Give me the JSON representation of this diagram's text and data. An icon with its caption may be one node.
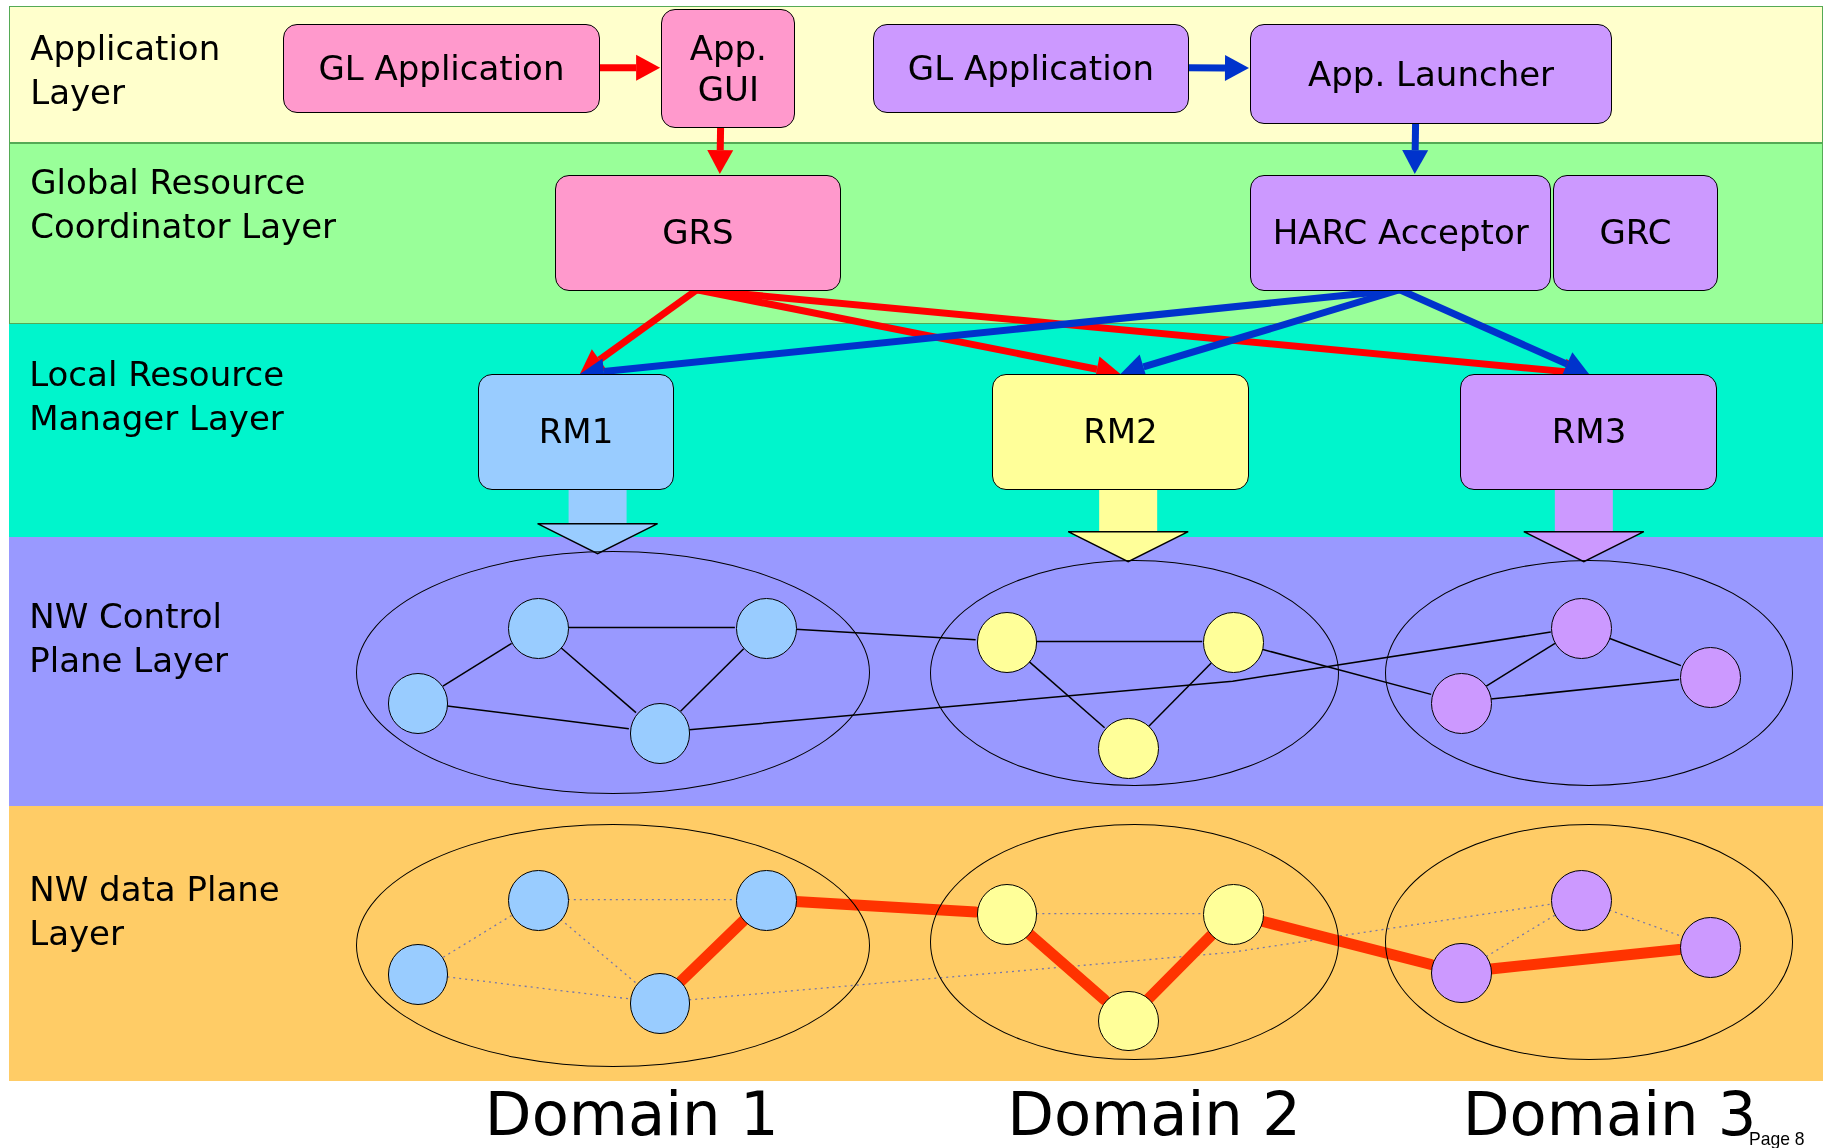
{
  "diagram": {
    "nodes": [
      {
        "text": [
          "Application Layer"
        ]
      },
      {
        "text": [
          "GL Application"
        ],
        "in": 0
      },
      {
        "text": [
          "App. GUI"
        ],
        "in": 0
      },
      {
        "text": [
          "GL Application"
        ],
        "in": 0
      },
      {
        "text": [
          "App. Launcher"
        ],
        "in": 0
      },
      {
        "text": [
          "Global Resource Coordinator Layer"
        ]
      },
      {
        "text": [
          "GRS"
        ],
        "in": 5
      },
      {
        "text": [
          "HARC Acceptor"
        ],
        "in": 5
      },
      {
        "text": [
          "GRC"
        ],
        "in": 5
      },
      {
        "text": [
          "Local Resource Manager Layer"
        ]
      },
      {
        "text": [
          "RM1"
        ],
        "in": 9
      },
      {
        "text": [
          "RM2"
        ],
        "in": 9
      },
      {
        "text": [
          "RM3"
        ],
        "in": 9
      },
      {
        "text": [
          "NW Control Plane Layer"
        ]
      },
      {
        "text": [],
        "shape": "ellipse",
        "in": 13
      },
      {
        "text": [],
        "shape": "ellipse",
        "in": 13
      },
      {
        "text": [],
        "shape": "ellipse",
        "in": 13
      },
      {
        "text": [],
        "shape": "circle",
        "in": 14
      },
      {
        "text": [],
        "shape": "circle",
        "in": 14
      },
      {
        "text": [],
        "shape": "circle",
        "in": 14
      },
      {
        "text": [],
        "shape": "circle",
        "in": 14
      },
      {
        "text": [],
        "shape": "circle",
        "in": 15
      },
      {
        "text": [],
        "shape": "circle",
        "in": 15
      },
      {
        "text": [],
        "shape": "circle",
        "in": 15
      },
      {
        "text": [],
        "shape": "circle",
        "in": 16
      },
      {
        "text": [],
        "shape": "circle",
        "in": 16
      },
      {
        "text": [],
        "shape": "circle",
        "in": 16
      },
      {
        "text": [
          "NW data Plane Layer"
        ]
      },
      {
        "text": [],
        "shape": "ellipse",
        "in": 27
      },
      {
        "text": [],
        "shape": "ellipse",
        "in": 27
      },
      {
        "text": [],
        "shape": "ellipse",
        "in": 27
      },
      {
        "text": [],
        "shape": "circle",
        "in": 28
      },
      {
        "text": [],
        "shape": "circle",
        "in": 28
      },
      {
        "text": [],
        "shape": "circle",
        "in": 28
      },
      {
        "text": [],
        "shape": "circle",
        "in": 28
      },
      {
        "text": [],
        "shape": "circle",
        "in": 29
      },
      {
        "text": [],
        "shape": "circle",
        "in": 29
      },
      {
        "text": [],
        "shape": "circle",
        "in": 29
      },
      {
        "text": [],
        "shape": "circle",
        "in": 30
      },
      {
        "text": [],
        "shape": "circle",
        "in": 30
      },
      {
        "text": [],
        "shape": "circle",
        "in": 30
      }
    ],
    "edges": [
      {
        "from": 1,
        "to": 2,
        "arrow": "to",
        "style": "thick",
        "color": "#ff0000"
      },
      {
        "from": 3,
        "to": 4,
        "arrow": "to",
        "style": "thick",
        "color": "#0033cc"
      },
      {
        "from": 2,
        "to": 6,
        "arrow": "to",
        "style": "thick",
        "color": "#ff0000"
      },
      {
        "from": 4,
        "to": 7,
        "arrow": "to",
        "style": "thick",
        "color": "#0033cc"
      },
      {
        "from": 6,
        "to": 10,
        "arrow": "to",
        "style": "thick",
        "color": "#ff0000"
      },
      {
        "from": 6,
        "to": 11,
        "arrow": "to",
        "style": "thick",
        "color": "#ff0000"
      },
      {
        "from": 6,
        "to": 12,
        "arrow": "to",
        "style": "thick",
        "color": "#ff0000"
      },
      {
        "from": 7,
        "to": 10,
        "arrow": "to",
        "style": "thick",
        "color": "#0033cc"
      },
      {
        "from": 7,
        "to": 11,
        "arrow": "to",
        "style": "thick",
        "color": "#0033cc"
      },
      {
        "from": 7,
        "to": 12,
        "arrow": "to",
        "style": "thick",
        "color": "#0033cc"
      },
      {
        "from": 10,
        "to": 14,
        "arrow": "to",
        "style": "thick",
        "color": "#99ccff"
      },
      {
        "from": 11,
        "to": 15,
        "arrow": "to",
        "style": "thick",
        "color": "#ffff99"
      },
      {
        "from": 12,
        "to": 16,
        "arrow": "to",
        "style": "thick",
        "color": "#cc99ff"
      },
      {
        "from": 17,
        "to": 18,
        "arrow": "none"
      },
      {
        "from": 17,
        "to": 19,
        "arrow": "none"
      },
      {
        "from": 17,
        "to": 20,
        "arrow": "none"
      },
      {
        "from": 18,
        "to": 20,
        "arrow": "none"
      },
      {
        "from": 19,
        "to": 20,
        "arrow": "none"
      },
      {
        "from": 18,
        "to": 21,
        "arrow": "none"
      },
      {
        "from": 21,
        "to": 22,
        "arrow": "none"
      },
      {
        "from": 21,
        "to": 23,
        "arrow": "none"
      },
      {
        "from": 22,
        "to": 23,
        "arrow": "none"
      },
      {
        "from": 22,
        "to": 25,
        "arrow": "none"
      },
      {
        "from": 20,
        "to": 24,
        "arrow": "none"
      },
      {
        "from": 24,
        "to": 25,
        "arrow": "none"
      },
      {
        "from": 24,
        "to": 26,
        "arrow": "none"
      },
      {
        "from": 25,
        "to": 26,
        "arrow": "none"
      },
      {
        "from": 31,
        "to": 32,
        "arrow": "none",
        "style": "dashed",
        "color": "#7777aa"
      },
      {
        "from": 31,
        "to": 33,
        "arrow": "none",
        "style": "dashed",
        "color": "#7777aa"
      },
      {
        "from": 31,
        "to": 34,
        "arrow": "none",
        "style": "dashed",
        "color": "#7777aa"
      },
      {
        "from": 33,
        "to": 34,
        "arrow": "none",
        "style": "dashed",
        "color": "#7777aa"
      },
      {
        "from": 35,
        "to": 36,
        "arrow": "none",
        "style": "dashed",
        "color": "#7777aa"
      },
      {
        "from": 34,
        "to": 38,
        "arrow": "none",
        "style": "dashed",
        "color": "#7777aa"
      },
      {
        "from": 38,
        "to": 39,
        "arrow": "none",
        "style": "dashed",
        "color": "#7777aa"
      },
      {
        "from": 38,
        "to": 40,
        "arrow": "none",
        "style": "dashed",
        "color": "#7777aa"
      },
      {
        "from": 34,
        "to": 32,
        "arrow": "none",
        "style": "thick",
        "color": "#ff3300"
      },
      {
        "from": 32,
        "to": 35,
        "arrow": "none",
        "style": "thick",
        "color": "#ff3300"
      },
      {
        "from": 35,
        "to": 37,
        "arrow": "none",
        "style": "thick",
        "color": "#ff3300"
      },
      {
        "from": 37,
        "to": 36,
        "arrow": "none",
        "style": "thick",
        "color": "#ff3300"
      },
      {
        "from": 36,
        "to": 39,
        "arrow": "none",
        "style": "thick",
        "color": "#ff3300"
      },
      {
        "from": 39,
        "to": 40,
        "arrow": "none",
        "style": "thick",
        "color": "#ff3300"
      }
    ],
    "labels": [
      "Domain 1",
      "Domain 2",
      "Domain 3",
      "Page 8"
    ]
  }
}
